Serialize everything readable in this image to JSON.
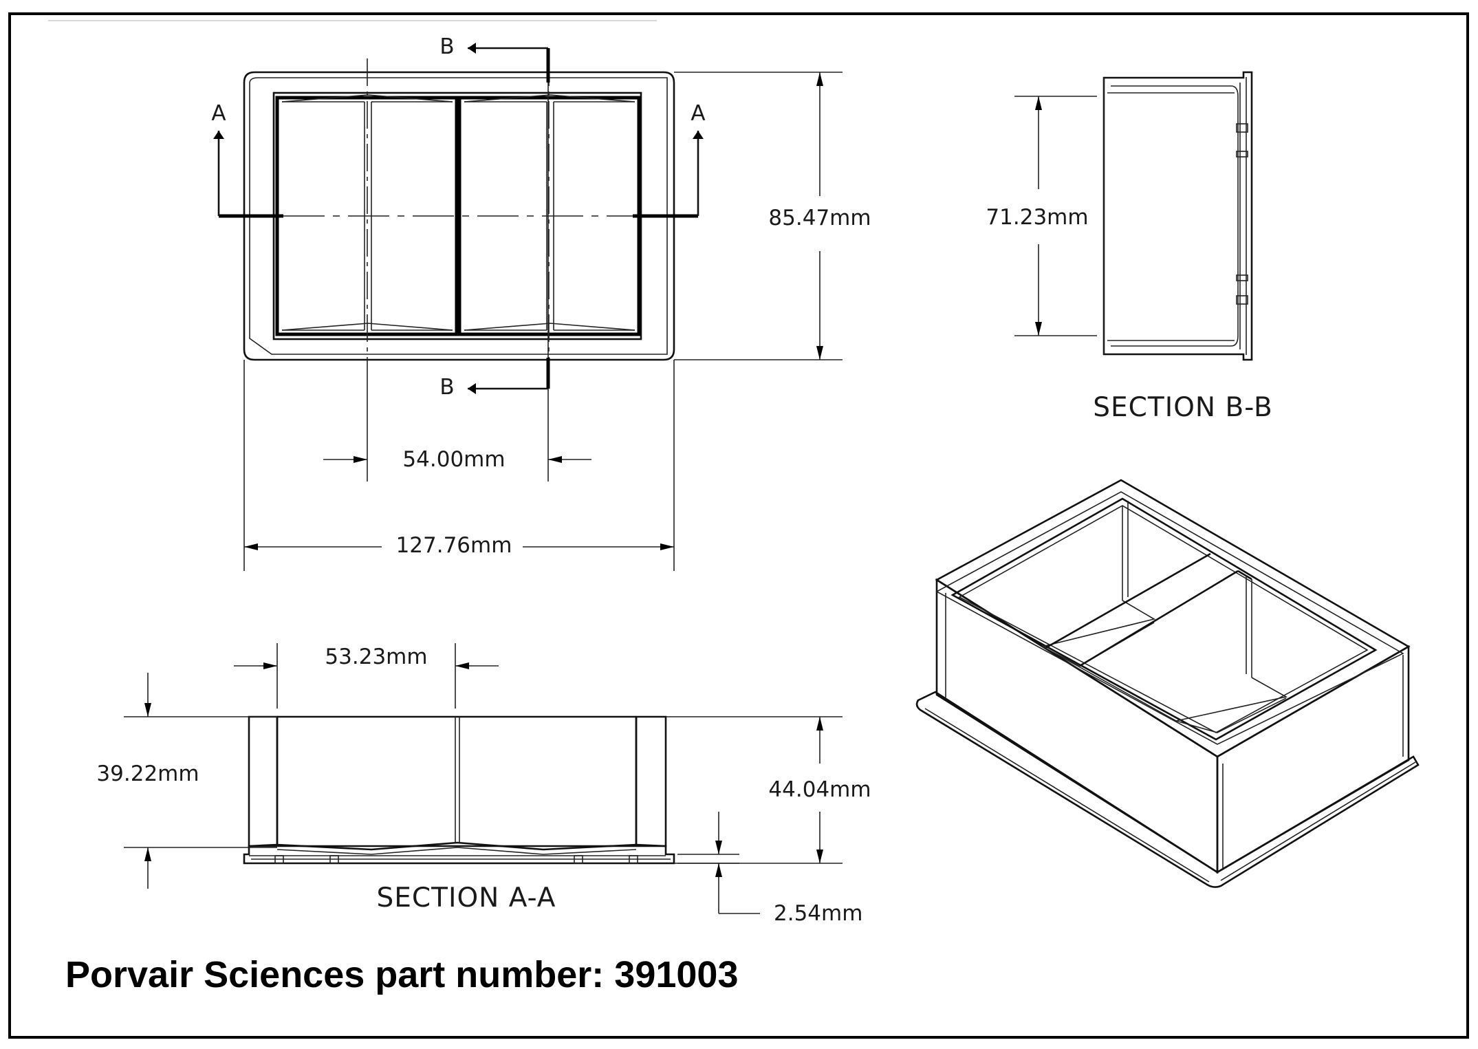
{
  "dimensions": {
    "height_overall": "85.47mm",
    "width_overall": "127.76mm",
    "well_pitch": "54.00mm",
    "section_b_height": "71.23mm",
    "well_width": "53.23mm",
    "well_depth": "39.22mm",
    "plate_height": "44.04mm",
    "flange_height": "2.54mm"
  },
  "section_markers": {
    "a_left": "A",
    "a_right": "A",
    "b_top": "B",
    "b_bottom": "B"
  },
  "section_titles": {
    "a": "SECTION A-A",
    "b": "SECTION B-B"
  },
  "part_number_text": "Porvair Sciences part number: 391003",
  "colors": {
    "line": "#000000",
    "background": "#ffffff"
  }
}
